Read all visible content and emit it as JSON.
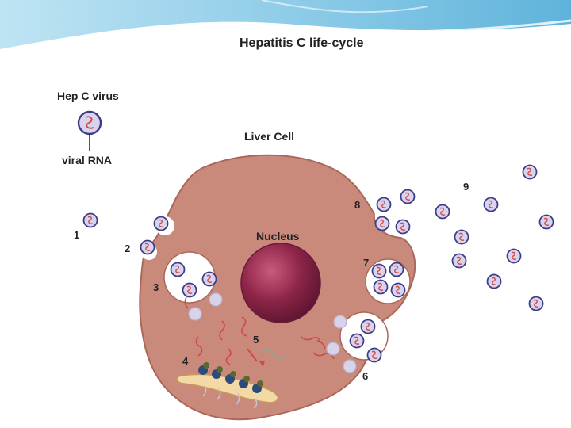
{
  "title": "Hepatitis C life-cycle",
  "legend": {
    "virus_label": "Hep C virus",
    "rna_label": "viral RNA"
  },
  "cell_label": "Liver Cell",
  "nucleus_label": "Nucleus",
  "steps": [
    "1",
    "2",
    "3",
    "4",
    "5",
    "6",
    "7",
    "8",
    "9"
  ],
  "colors": {
    "cell": "#c98a7c",
    "cell_edge": "#a9685a",
    "nucleus": "#8c2447",
    "virus_fill": "#d8d4ee",
    "virus_edge": "#3d3d86",
    "rna": "#d24848",
    "header_sky": "#7fc4e4"
  }
}
